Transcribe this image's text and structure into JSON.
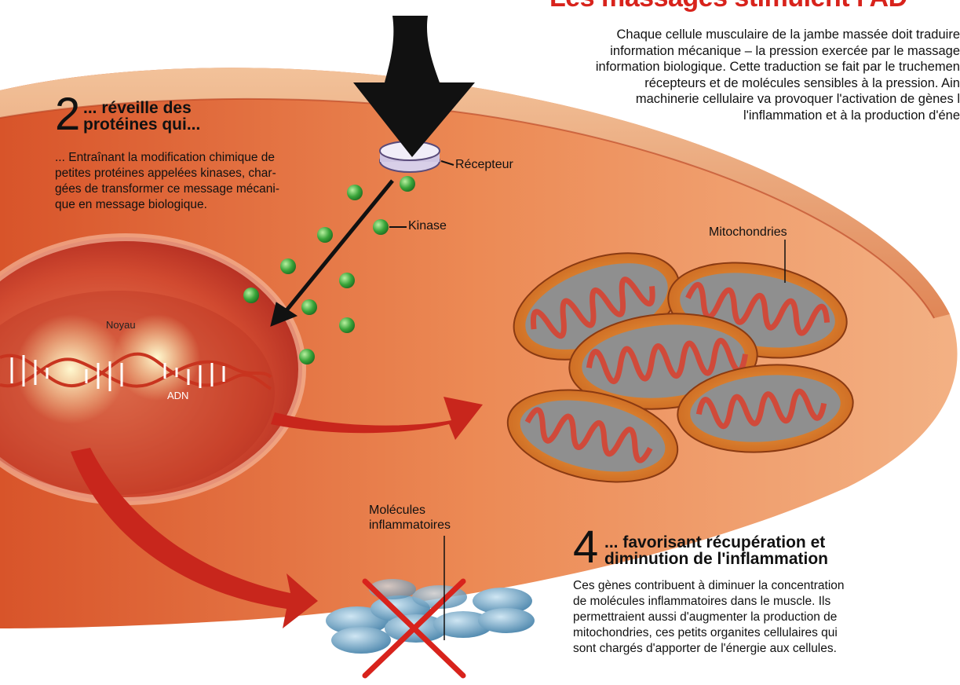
{
  "title": "Les massages stimulent l'AD",
  "intro": [
    "Chaque cellule musculaire de la jambe massée doit traduire",
    "information mécanique – la pression exercée par le massage",
    "information biologique. Cette traduction se fait par le truchemen",
    "récepteurs et de molécules sensibles à la pression. Ain",
    "machinerie cellulaire va provoquer l'activation de gènes l",
    "l'inflammation et à la production d'éne"
  ],
  "step2": {
    "number": "2",
    "heading": [
      "... réveille des",
      "protéines qui..."
    ],
    "body": [
      "... Entraînant la modification chimique de",
      "petites protéines appelées kinases, char-",
      "gées de transformer ce message mécani-",
      "que en message biologique."
    ]
  },
  "step4": {
    "number": "4",
    "heading": [
      "... favorisant récupération et",
      "diminution de l'inflammation"
    ],
    "body": [
      "Ces gènes contribuent à diminuer la concentration",
      "de molécules inflammatoires dans le muscle. Ils",
      "permettraient aussi d'augmenter la production de",
      "mitochondries, ces petits organites cellulaires qui",
      "sont chargés d'apporter de l'énergie aux cellules."
    ]
  },
  "labels": {
    "receptor": "Récepteur",
    "kinase": "Kinase",
    "mitochondria": "Mitochondries",
    "nucleus": "Noyau",
    "dna": "ADN",
    "inflammatory": [
      "Molécules",
      "inflammatoires"
    ]
  },
  "colors": {
    "title_red": "#d8231c",
    "cell_orange": "#e0723c",
    "nucleus_red": "#c8342a",
    "kinase_green": "#3aa53a",
    "arrow_red": "#c8261c",
    "molecule_blue": "#6fa3c4"
  }
}
